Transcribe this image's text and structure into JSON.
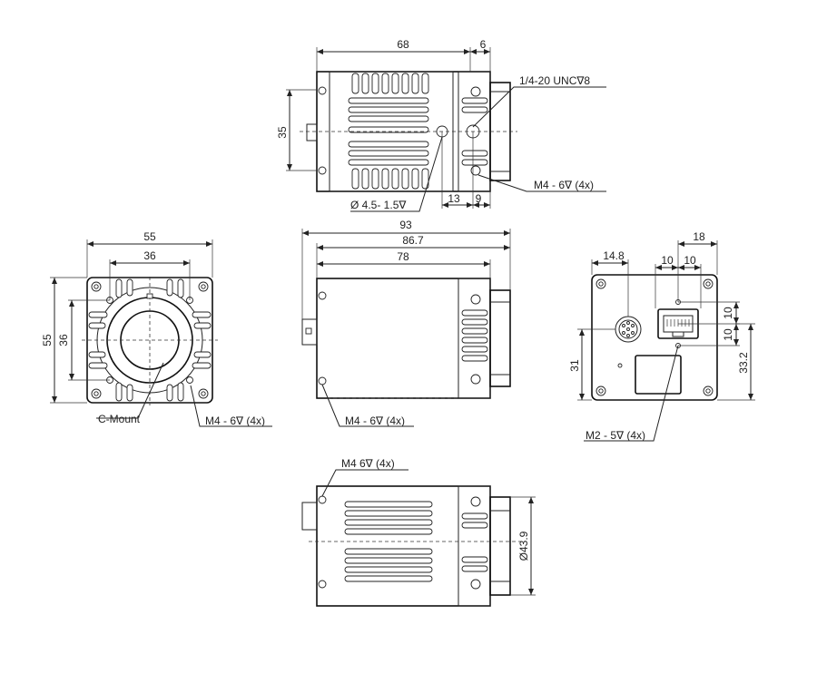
{
  "top_view": {
    "dim_68": "68",
    "dim_6": "6",
    "dim_35": "35",
    "dim_13": "13",
    "dim_9": "9",
    "callout_thread": "1/4-20 UNC∇8",
    "callout_m4": "M4 - 6∇ (4x)",
    "callout_hole": "Ø 4.5- 1.5∇"
  },
  "front_view": {
    "dim_55": "55",
    "dim_36_h": "36",
    "dim_55_v": "55",
    "dim_36_v": "36",
    "label_mount": "C-Mount",
    "callout_m4": "M4 - 6∇ (4x)"
  },
  "side_view": {
    "dim_93": "93",
    "dim_86_7": "86.7",
    "dim_78": "78",
    "callout_m4": "M4 - 6∇ (4x)"
  },
  "rear_view": {
    "dim_18": "18",
    "dim_14_8": "14.8",
    "dim_10a": "10",
    "dim_10b": "10",
    "dim_10c": "10",
    "dim_10d": "10",
    "dim_31": "31",
    "dim_33_2": "33.2",
    "callout_m2": "M2 - 5∇ (4x)"
  },
  "bottom_view": {
    "callout_m4": "M4   6∇ (4x)",
    "dim_43_9": "Ø43.9"
  }
}
